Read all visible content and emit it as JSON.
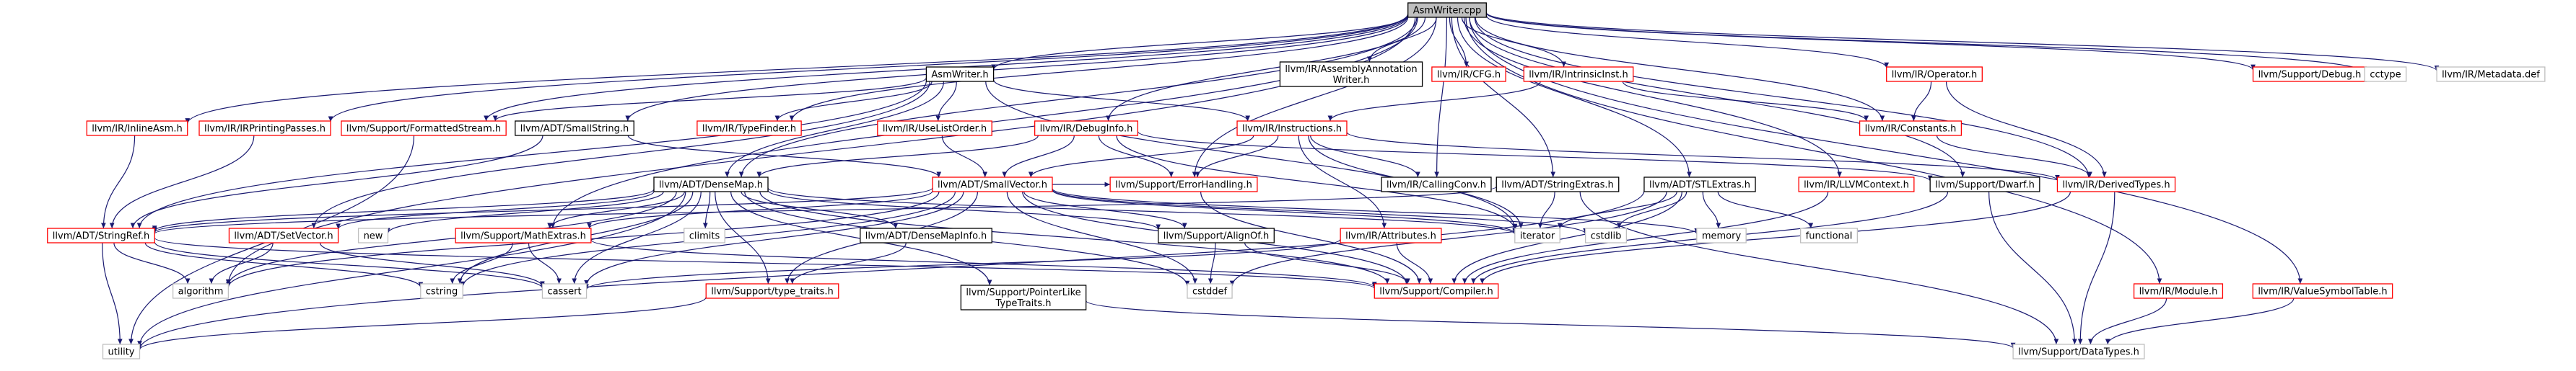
{
  "diagram": {
    "type": "include-dependency-graph",
    "colors": {
      "edge": "#191970",
      "root_fill": "#bfbfbf",
      "root_border": "#000000",
      "documented_border": "#000000",
      "linked_border": "#ff0000",
      "external_border": "#bfbfbf",
      "text": "#000000"
    },
    "nodes": [
      {
        "id": "asmwriter_cpp",
        "label": "AsmWriter.cpp",
        "kind": "root"
      },
      {
        "id": "asmwriter_h",
        "label": "AsmWriter.h",
        "kind": "documented"
      },
      {
        "id": "assembly_annotation_writer",
        "label": "llvm/IR/AssemblyAnnotation\nWriter.h",
        "kind": "documented"
      },
      {
        "id": "cfg",
        "label": "llvm/IR/CFG.h",
        "kind": "linked"
      },
      {
        "id": "intrinsicinst",
        "label": "llvm/IR/IntrinsicInst.h",
        "kind": "linked"
      },
      {
        "id": "operator",
        "label": "llvm/IR/Operator.h",
        "kind": "linked"
      },
      {
        "id": "debug",
        "label": "llvm/Support/Debug.h",
        "kind": "linked"
      },
      {
        "id": "cctype",
        "label": "cctype",
        "kind": "external"
      },
      {
        "id": "metadata_def",
        "label": "llvm/IR/Metadata.def",
        "kind": "external"
      },
      {
        "id": "inlineasm",
        "label": "llvm/IR/InlineAsm.h",
        "kind": "linked"
      },
      {
        "id": "irprintingpasses",
        "label": "llvm/IR/IRPrintingPasses.h",
        "kind": "linked"
      },
      {
        "id": "formattedstream",
        "label": "llvm/Support/FormattedStream.h",
        "kind": "linked"
      },
      {
        "id": "smallstring",
        "label": "llvm/ADT/SmallString.h",
        "kind": "documented"
      },
      {
        "id": "typefinder",
        "label": "llvm/IR/TypeFinder.h",
        "kind": "linked"
      },
      {
        "id": "uselistorder",
        "label": "llvm/IR/UseListOrder.h",
        "kind": "linked"
      },
      {
        "id": "debuginfo",
        "label": "llvm/IR/DebugInfo.h",
        "kind": "linked"
      },
      {
        "id": "instructions",
        "label": "llvm/IR/Instructions.h",
        "kind": "linked"
      },
      {
        "id": "constants",
        "label": "llvm/IR/Constants.h",
        "kind": "linked"
      },
      {
        "id": "densemap",
        "label": "llvm/ADT/DenseMap.h",
        "kind": "documented"
      },
      {
        "id": "smallvector",
        "label": "llvm/ADT/SmallVector.h",
        "kind": "linked"
      },
      {
        "id": "callingconv",
        "label": "llvm/IR/CallingConv.h",
        "kind": "documented"
      },
      {
        "id": "stringextras",
        "label": "llvm/ADT/StringExtras.h",
        "kind": "documented"
      },
      {
        "id": "stlextras",
        "label": "llvm/ADT/STLExtras.h",
        "kind": "documented"
      },
      {
        "id": "llvmcontext",
        "label": "llvm/IR/LLVMContext.h",
        "kind": "linked"
      },
      {
        "id": "dwarf",
        "label": "llvm/Support/Dwarf.h",
        "kind": "documented"
      },
      {
        "id": "derivedtypes",
        "label": "llvm/IR/DerivedTypes.h",
        "kind": "linked"
      },
      {
        "id": "errorhandling",
        "label": "llvm/Support/ErrorHandling.h",
        "kind": "linked"
      },
      {
        "id": "stringref",
        "label": "llvm/ADT/StringRef.h",
        "kind": "linked"
      },
      {
        "id": "setvector",
        "label": "llvm/ADT/SetVector.h",
        "kind": "linked"
      },
      {
        "id": "new",
        "label": "new",
        "kind": "external"
      },
      {
        "id": "mathextras",
        "label": "llvm/Support/MathExtras.h",
        "kind": "linked"
      },
      {
        "id": "climits",
        "label": "climits",
        "kind": "external"
      },
      {
        "id": "densemapinfo",
        "label": "llvm/ADT/DenseMapInfo.h",
        "kind": "documented"
      },
      {
        "id": "alignof",
        "label": "llvm/Support/AlignOf.h",
        "kind": "documented"
      },
      {
        "id": "attributes",
        "label": "llvm/IR/Attributes.h",
        "kind": "linked"
      },
      {
        "id": "iterator",
        "label": "iterator",
        "kind": "external"
      },
      {
        "id": "cstdlib",
        "label": "cstdlib",
        "kind": "external"
      },
      {
        "id": "memory",
        "label": "memory",
        "kind": "external"
      },
      {
        "id": "functional",
        "label": "functional",
        "kind": "external"
      },
      {
        "id": "algorithm",
        "label": "algorithm",
        "kind": "external"
      },
      {
        "id": "cstring",
        "label": "cstring",
        "kind": "external"
      },
      {
        "id": "cassert",
        "label": "cassert",
        "kind": "external"
      },
      {
        "id": "type_traits",
        "label": "llvm/Support/type_traits.h",
        "kind": "linked"
      },
      {
        "id": "pointerliketypetraits",
        "label": "llvm/Support/PointerLike\nTypeTraits.h",
        "kind": "documented"
      },
      {
        "id": "cstddef",
        "label": "cstddef",
        "kind": "external"
      },
      {
        "id": "compiler",
        "label": "llvm/Support/Compiler.h",
        "kind": "linked"
      },
      {
        "id": "module",
        "label": "llvm/IR/Module.h",
        "kind": "linked"
      },
      {
        "id": "valuesymboltable",
        "label": "llvm/IR/ValueSymbolTable.h",
        "kind": "linked"
      },
      {
        "id": "utility",
        "label": "utility",
        "kind": "external"
      },
      {
        "id": "datatypes",
        "label": "llvm/Support/DataTypes.h",
        "kind": "external"
      }
    ],
    "edges": [
      [
        "asmwriter_cpp",
        "asmwriter_h"
      ],
      [
        "asmwriter_cpp",
        "assembly_annotation_writer"
      ],
      [
        "asmwriter_cpp",
        "cfg"
      ],
      [
        "asmwriter_cpp",
        "intrinsicinst"
      ],
      [
        "asmwriter_cpp",
        "operator"
      ],
      [
        "asmwriter_cpp",
        "debug"
      ],
      [
        "asmwriter_cpp",
        "cctype"
      ],
      [
        "asmwriter_cpp",
        "metadata_def"
      ],
      [
        "asmwriter_cpp",
        "inlineasm"
      ],
      [
        "asmwriter_cpp",
        "irprintingpasses"
      ],
      [
        "asmwriter_cpp",
        "formattedstream"
      ],
      [
        "asmwriter_cpp",
        "smallstring"
      ],
      [
        "asmwriter_cpp",
        "typefinder"
      ],
      [
        "asmwriter_cpp",
        "debuginfo"
      ],
      [
        "asmwriter_cpp",
        "densemap"
      ],
      [
        "asmwriter_cpp",
        "stringextras"
      ],
      [
        "asmwriter_cpp",
        "stlextras"
      ],
      [
        "asmwriter_cpp",
        "callingconv"
      ],
      [
        "asmwriter_cpp",
        "dwarf"
      ],
      [
        "asmwriter_cpp",
        "derivedtypes"
      ],
      [
        "asmwriter_cpp",
        "constants"
      ],
      [
        "asmwriter_cpp",
        "mathextras"
      ],
      [
        "asmwriter_cpp",
        "errorhandling"
      ],
      [
        "asmwriter_cpp",
        "module"
      ],
      [
        "asmwriter_cpp",
        "valuesymboltable"
      ],
      [
        "asmwriter_cpp",
        "algorithm"
      ],
      [
        "asmwriter_cpp",
        "llvmcontext"
      ],
      [
        "asmwriter_h",
        "formattedstream"
      ],
      [
        "asmwriter_h",
        "typefinder"
      ],
      [
        "asmwriter_h",
        "uselistorder"
      ],
      [
        "asmwriter_h",
        "instructions"
      ],
      [
        "asmwriter_h",
        "densemap"
      ],
      [
        "asmwriter_h",
        "setvector"
      ],
      [
        "asmwriter_h",
        "stringref"
      ],
      [
        "asmwriter_h",
        "iterator"
      ],
      [
        "intrinsicinst",
        "instructions"
      ],
      [
        "intrinsicinst",
        "constants"
      ],
      [
        "operator",
        "constants"
      ],
      [
        "operator",
        "derivedtypes"
      ],
      [
        "constants",
        "derivedtypes"
      ],
      [
        "inlineasm",
        "stringref"
      ],
      [
        "irprintingpasses",
        "stringref"
      ],
      [
        "formattedstream",
        "utility"
      ],
      [
        "smallstring",
        "smallvector"
      ],
      [
        "smallstring",
        "stringref"
      ],
      [
        "uselistorder",
        "smallvector"
      ],
      [
        "debuginfo",
        "smallvector"
      ],
      [
        "debuginfo",
        "densemap"
      ],
      [
        "debuginfo",
        "errorhandling"
      ],
      [
        "debuginfo",
        "iterator"
      ],
      [
        "debuginfo",
        "dwarf"
      ],
      [
        "instructions",
        "smallvector"
      ],
      [
        "instructions",
        "callingconv"
      ],
      [
        "instructions",
        "attributes"
      ],
      [
        "instructions",
        "iterator"
      ],
      [
        "instructions",
        "derivedtypes"
      ],
      [
        "instructions",
        "errorhandling"
      ],
      [
        "densemap",
        "stringref"
      ],
      [
        "densemap",
        "setvector"
      ],
      [
        "densemap",
        "new"
      ],
      [
        "densemap",
        "mathextras"
      ],
      [
        "densemap",
        "climits"
      ],
      [
        "densemap",
        "densemapinfo"
      ],
      [
        "densemap",
        "alignof"
      ],
      [
        "densemap",
        "compiler"
      ],
      [
        "densemap",
        "type_traits"
      ],
      [
        "densemap",
        "pointerliketypetraits"
      ],
      [
        "densemap",
        "cstddef"
      ],
      [
        "densemap",
        "cassert"
      ],
      [
        "densemap",
        "cstring"
      ],
      [
        "densemap",
        "algorithm"
      ],
      [
        "densemap",
        "iterator"
      ],
      [
        "densemap",
        "utility"
      ],
      [
        "smallvector",
        "alignof"
      ],
      [
        "smallvector",
        "compiler"
      ],
      [
        "smallvector",
        "mathextras"
      ],
      [
        "smallvector",
        "type_traits"
      ],
      [
        "smallvector",
        "cassert"
      ],
      [
        "smallvector",
        "cstddef"
      ],
      [
        "smallvector",
        "cstdlib"
      ],
      [
        "smallvector",
        "cstring"
      ],
      [
        "smallvector",
        "iterator"
      ],
      [
        "smallvector",
        "memory"
      ],
      [
        "smallvector",
        "algorithm"
      ],
      [
        "smallvector",
        "errorhandling"
      ],
      [
        "smallvector",
        "stringref"
      ],
      [
        "stringextras",
        "stringref"
      ],
      [
        "stringextras",
        "iterator"
      ],
      [
        "stringextras",
        "datatypes"
      ],
      [
        "stlextras",
        "compiler"
      ],
      [
        "stlextras",
        "cstddef"
      ],
      [
        "stlextras",
        "cstdlib"
      ],
      [
        "stlextras",
        "functional"
      ],
      [
        "stlextras",
        "iterator"
      ],
      [
        "stlextras",
        "memory"
      ],
      [
        "stlextras",
        "utility"
      ],
      [
        "llvmcontext",
        "compiler"
      ],
      [
        "dwarf",
        "compiler"
      ],
      [
        "dwarf",
        "datatypes"
      ],
      [
        "derivedtypes",
        "compiler"
      ],
      [
        "derivedtypes",
        "datatypes"
      ],
      [
        "errorhandling",
        "compiler"
      ],
      [
        "stringref",
        "compiler"
      ],
      [
        "stringref",
        "algorithm"
      ],
      [
        "stringref",
        "cassert"
      ],
      [
        "stringref",
        "cstring"
      ],
      [
        "stringref",
        "utility"
      ],
      [
        "setvector",
        "algorithm"
      ],
      [
        "setvector",
        "cassert"
      ],
      [
        "mathextras",
        "compiler"
      ],
      [
        "mathextras",
        "cstring"
      ],
      [
        "mathextras",
        "cassert"
      ],
      [
        "densemapinfo",
        "type_traits"
      ],
      [
        "alignof",
        "compiler"
      ],
      [
        "alignof",
        "cstddef"
      ],
      [
        "attributes",
        "compiler"
      ],
      [
        "attributes",
        "cassert"
      ],
      [
        "type_traits",
        "utility"
      ],
      [
        "pointerliketypetraits",
        "datatypes"
      ],
      [
        "module",
        "datatypes"
      ],
      [
        "valuesymboltable",
        "datatypes"
      ]
    ]
  }
}
